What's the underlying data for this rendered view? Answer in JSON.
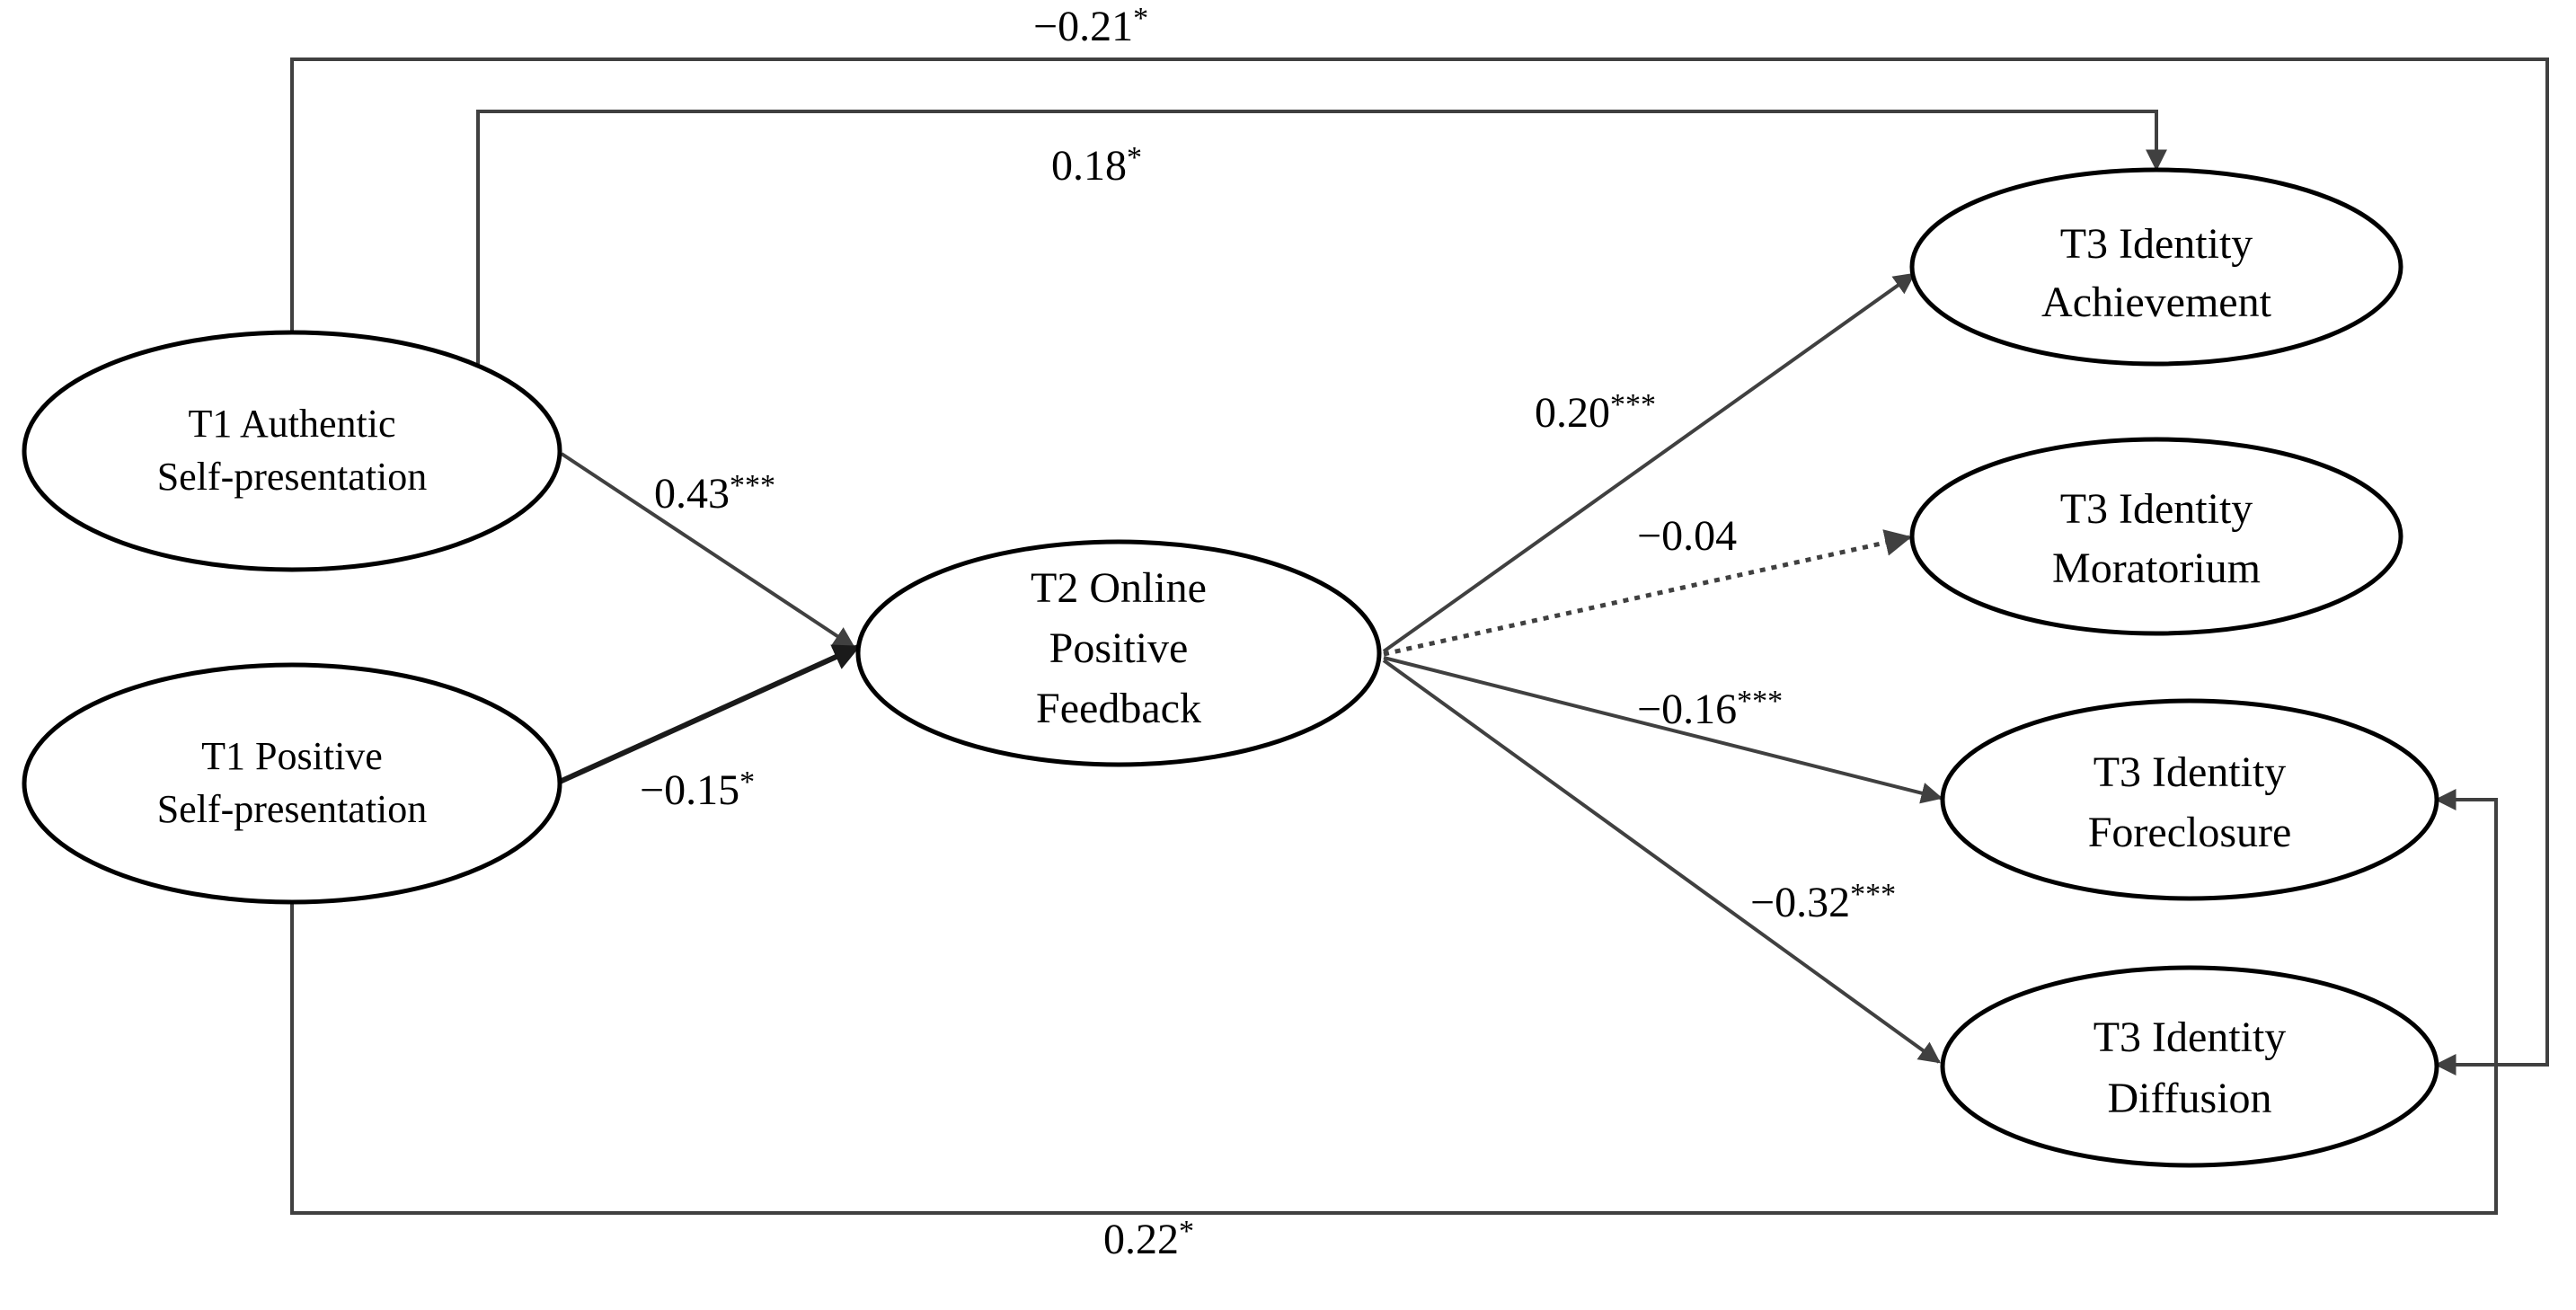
{
  "nodes": {
    "t1_authentic": {
      "line1": "T1 Authentic",
      "line2": "Self-presentation"
    },
    "t1_positive": {
      "line1": "T1 Positive",
      "line2": "Self-presentation"
    },
    "t2_feedback": {
      "line1": "T2 Online",
      "line2": "Positive",
      "line3": "Feedback"
    },
    "t3_achievement": {
      "line1": "T3 Identity",
      "line2": "Achievement"
    },
    "t3_moratorium": {
      "line1": "T3  Identity",
      "line2": "Moratorium"
    },
    "t3_foreclosure": {
      "line1": "T3 Identity",
      "line2": "Foreclosure"
    },
    "t3_diffusion": {
      "line1": "T3 Identity",
      "line2": "Diffusion"
    }
  },
  "paths": {
    "authentic_to_diffusion": {
      "value": "−0.21",
      "sig": "*"
    },
    "authentic_to_achievement": {
      "value": "0.18",
      "sig": "*"
    },
    "authentic_to_feedback": {
      "value": "0.43",
      "sig": "***"
    },
    "positive_to_feedback": {
      "value": "−0.15",
      "sig": "*"
    },
    "feedback_to_achievement": {
      "value": "0.20",
      "sig": "***"
    },
    "feedback_to_moratorium": {
      "value": "−0.04",
      "sig": ""
    },
    "feedback_to_foreclosure": {
      "value": "−0.16",
      "sig": "***"
    },
    "feedback_to_diffusion": {
      "value": "−0.32",
      "sig": "***"
    },
    "positive_to_foreclosure": {
      "value": "0.22",
      "sig": "*"
    }
  }
}
